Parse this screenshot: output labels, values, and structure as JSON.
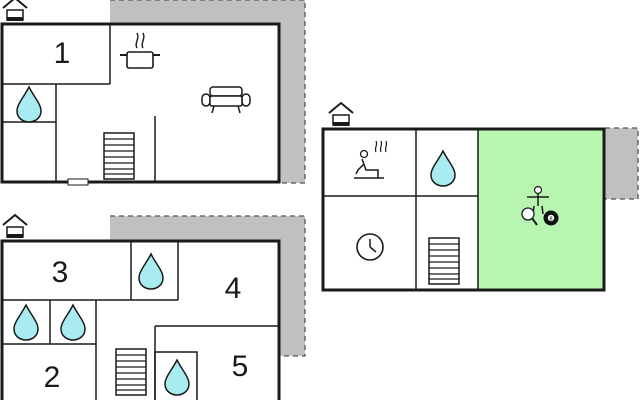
{
  "floor_plan": {
    "room_labels": {
      "room_1": "1",
      "room_2": "2",
      "room_3": "3",
      "room_4": "4",
      "room_5": "5"
    },
    "colors": {
      "wall": "#1a1a1a",
      "terrace": "#c0c0c0",
      "activity_room": "#b8f5b0",
      "water_drop": "#a8ecf2",
      "background": "#ffffff"
    },
    "icons": [
      "house-icon",
      "kitchen-pot-icon",
      "sofa-icon",
      "water-drop-icon",
      "stairs-icon",
      "sauna-icon",
      "clock-icon",
      "table-football-icon",
      "table-tennis-icon",
      "billiard-ball-icon"
    ],
    "billiard_ball_number": "8"
  }
}
